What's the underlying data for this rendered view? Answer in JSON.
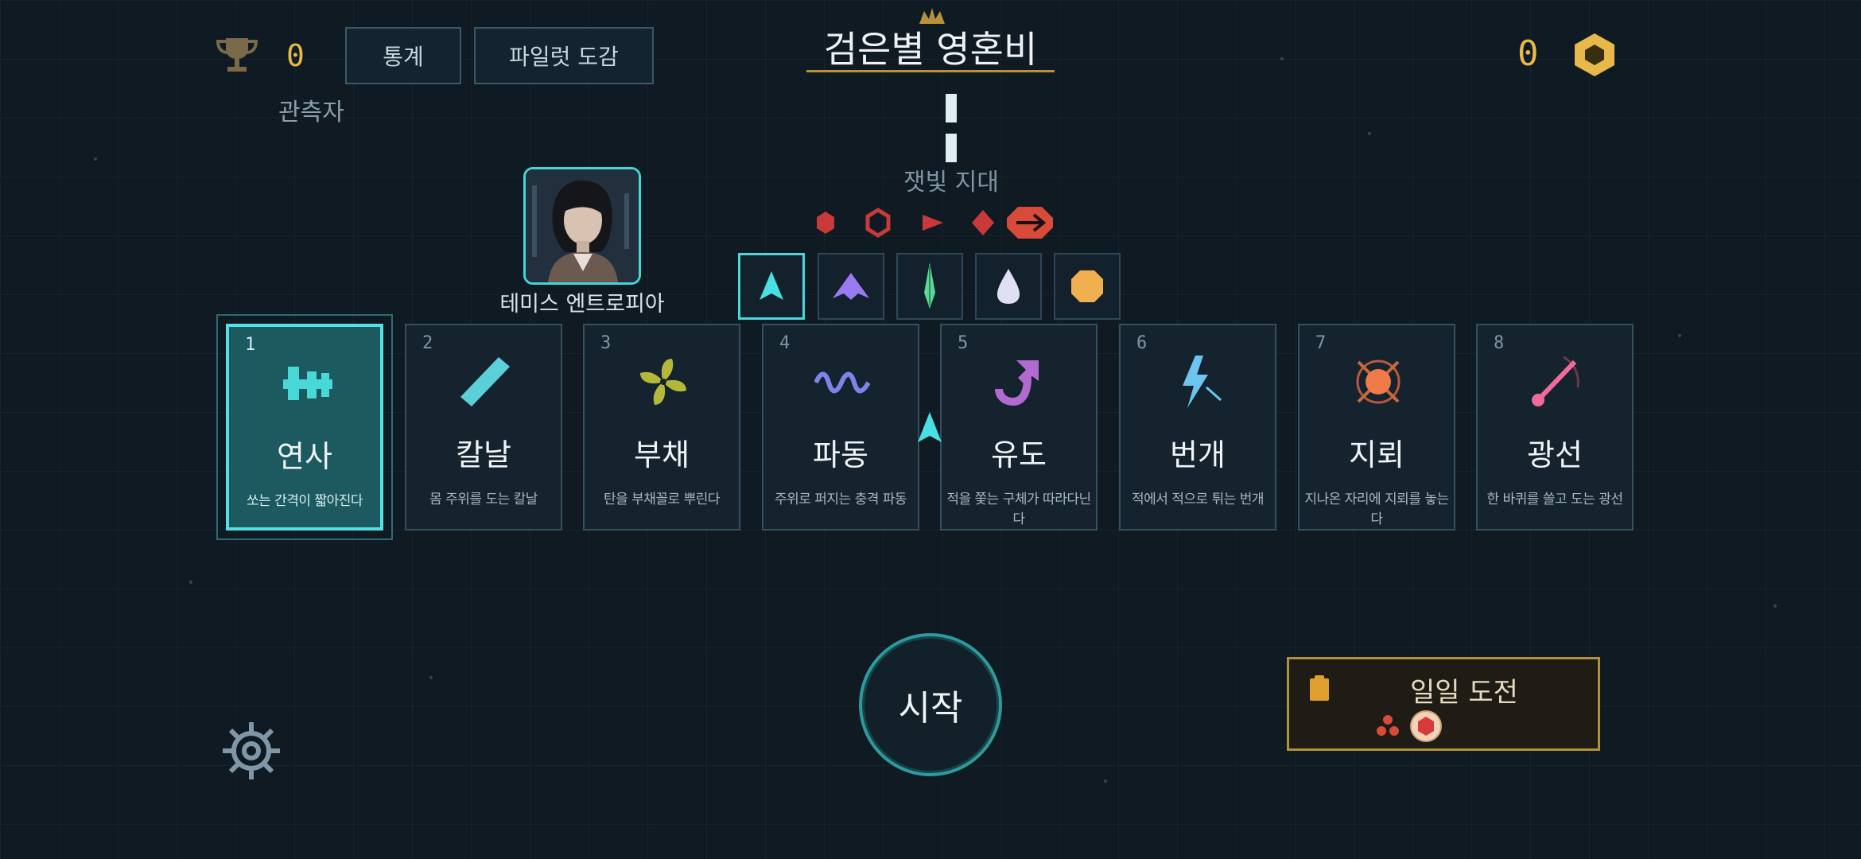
{
  "header": {
    "trophy_count": "0",
    "rank_label": "관측자",
    "stats_label": "통계",
    "codex_label": "파일럿 도감",
    "title": "검은별 영혼비",
    "coin_count": "0"
  },
  "zone": {
    "label": "잿빛 지대"
  },
  "enemy_preview": [
    "red-hexagon-icon",
    "red-hex-ring-icon",
    "red-flag-icon",
    "red-diamond-icon",
    "red-arrow-octagon-icon"
  ],
  "pilot": {
    "name": "테미스 엔트로피아"
  },
  "ships": [
    {
      "name": "cyan-arrow-ship",
      "selected": true
    },
    {
      "name": "purple-wing-ship",
      "selected": false
    },
    {
      "name": "green-needle-ship",
      "selected": false
    },
    {
      "name": "white-drop-ship",
      "selected": false
    },
    {
      "name": "orange-octagon-ship",
      "selected": false
    }
  ],
  "weapons": [
    {
      "num": "1",
      "name": "연사",
      "desc": "쏘는 간격이 짧아진다",
      "icon": "rapid-fire-icon",
      "color": "#48d8d8",
      "selected": true
    },
    {
      "num": "2",
      "name": "칼날",
      "desc": "몸 주위를 도는 칼날",
      "icon": "blade-icon",
      "color": "#5cd0d8",
      "selected": false
    },
    {
      "num": "3",
      "name": "부채",
      "desc": "탄을 부채꼴로 뿌린다",
      "icon": "fan-icon",
      "color": "#b4b83a",
      "selected": false
    },
    {
      "num": "4",
      "name": "파동",
      "desc": "주위로 퍼지는 충격 파동",
      "icon": "wave-icon",
      "color": "#7f82e8",
      "selected": false
    },
    {
      "num": "5",
      "name": "유도",
      "desc": "적을 쫓는 구체가 따라다닌다",
      "icon": "homing-icon",
      "color": "#b06ad0",
      "selected": false
    },
    {
      "num": "6",
      "name": "번개",
      "desc": "적에서 적으로 튀는 번개",
      "icon": "lightning-icon",
      "color": "#6cc4f0",
      "selected": false
    },
    {
      "num": "7",
      "name": "지뢰",
      "desc": "지나온 자리에 지뢰를 놓는다",
      "icon": "mine-icon",
      "color": "#f07a4a",
      "selected": false
    },
    {
      "num": "8",
      "name": "광선",
      "desc": "한 바퀴를 쓸고 도는 광선",
      "icon": "beam-icon",
      "color": "#f06a9a",
      "selected": false
    }
  ],
  "start_label": "시작",
  "daily": {
    "title": "일일 도전"
  },
  "colors": {
    "accent": "#48d8dc",
    "gold": "#e8b94a",
    "enemy": "#d84040"
  }
}
